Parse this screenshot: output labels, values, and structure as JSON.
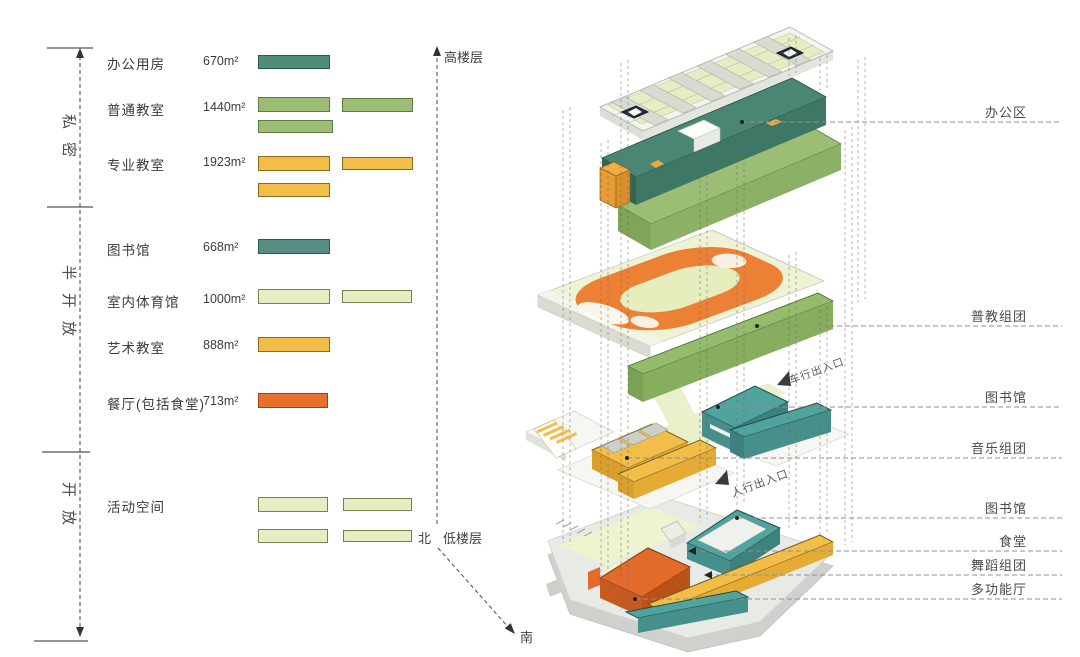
{
  "palette": {
    "teal_office": "#4a8674",
    "teal_building": "#51a39e",
    "green_bar": "#9cbd74",
    "yellow": "#f3bd4a",
    "pale_green": "#e4eec2",
    "orange": "#e7702d",
    "track_orange": "#ec8034",
    "field_green": "#eff3d6",
    "base_grey": "#e8eae5"
  },
  "legend": {
    "sections": [
      {
        "label": "私密"
      },
      {
        "label": "半开放"
      },
      {
        "label": "开放"
      }
    ],
    "items": [
      {
        "label": "办公用房",
        "area": "670m²"
      },
      {
        "label": "普通教室",
        "area": "1440m²"
      },
      {
        "label": "专业教室",
        "area": "1923m²"
      },
      {
        "label": "图书馆",
        "area": "668m²"
      },
      {
        "label": "室内体育馆",
        "area": "1000m²"
      },
      {
        "label": "艺术教室",
        "area": "888m²"
      },
      {
        "label": "餐厅(包括食堂)",
        "area": "713m²"
      },
      {
        "label": "活动空间",
        "area": ""
      }
    ]
  },
  "axis": {
    "high": "高楼层",
    "low": "低楼层",
    "north": "北",
    "south": "南"
  },
  "annotations": {
    "right": [
      {
        "label": "办公区"
      },
      {
        "label": "普教组团"
      },
      {
        "label": "图书馆"
      },
      {
        "label": "音乐组团"
      },
      {
        "label": "图书馆"
      },
      {
        "label": "食堂"
      },
      {
        "label": "舞蹈组团"
      },
      {
        "label": "多功能厅"
      }
    ],
    "entrances": {
      "vehicle": "车行出入口",
      "pedestrian": "人行出入口"
    }
  }
}
